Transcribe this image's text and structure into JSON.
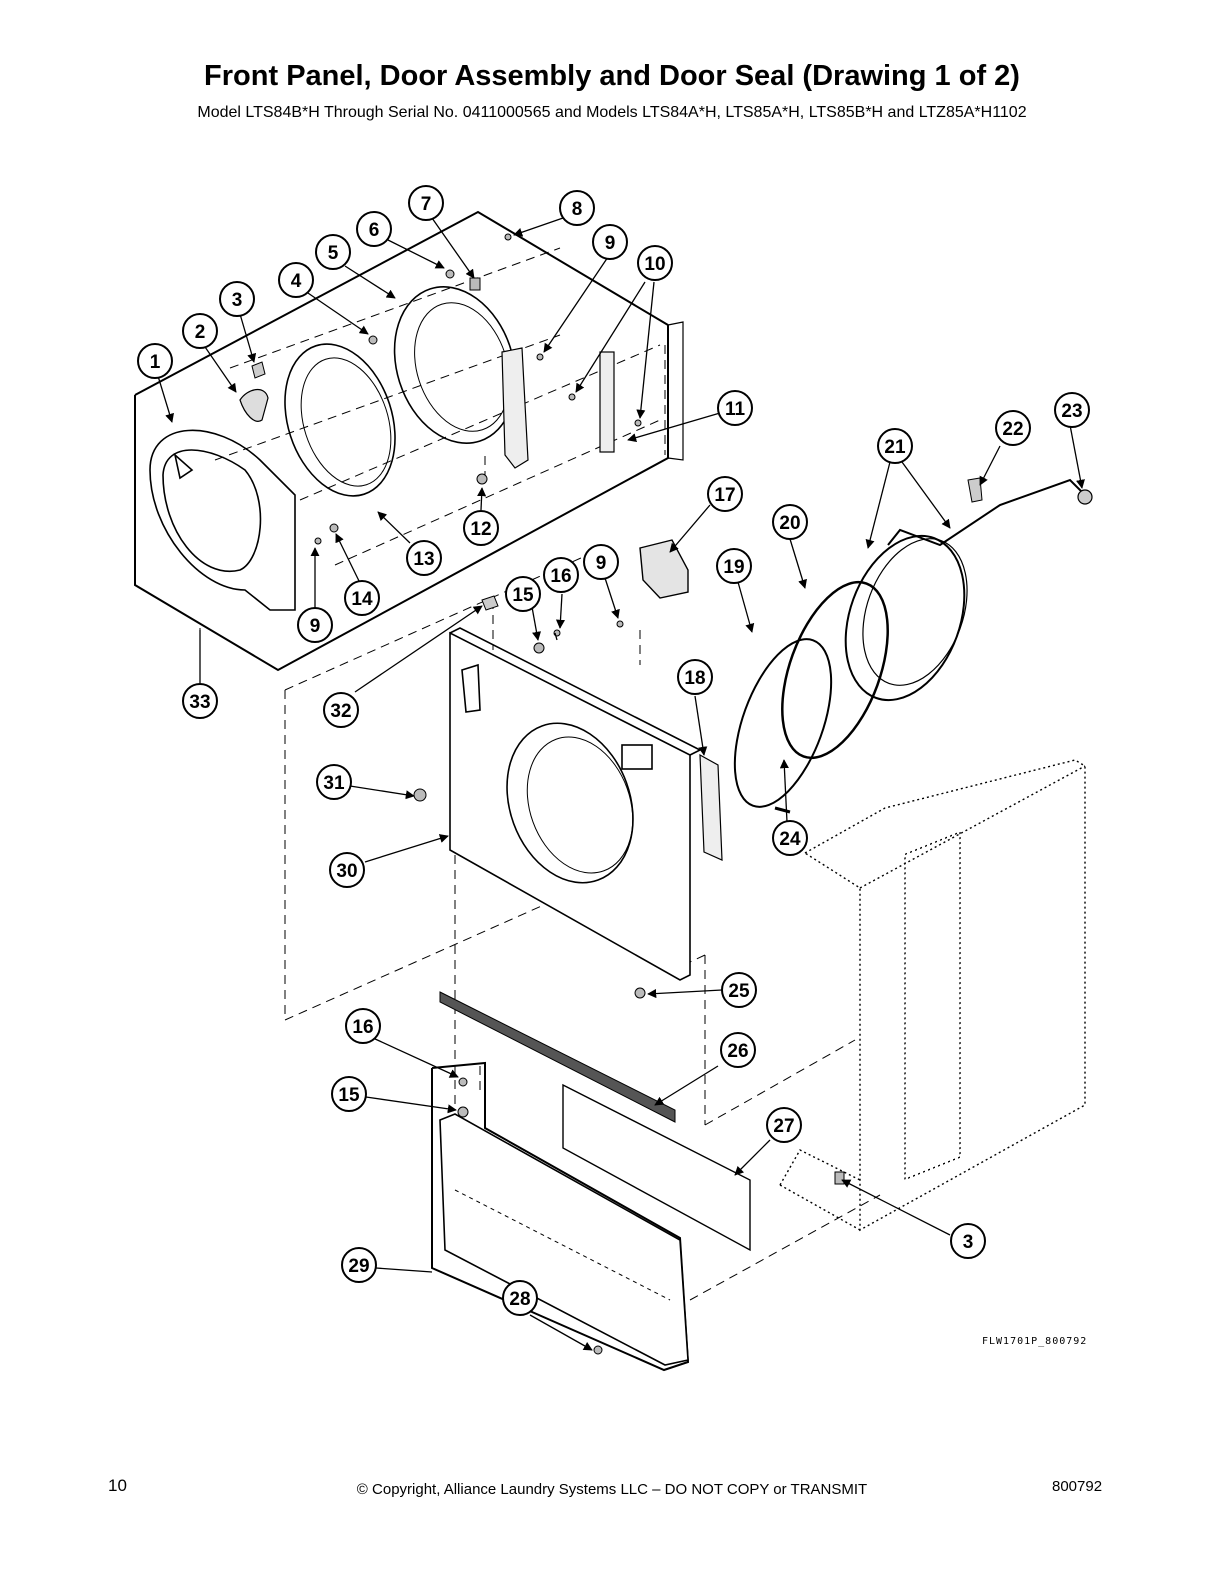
{
  "title": "Front Panel, Door Assembly and Door Seal (Drawing 1 of 2)",
  "subtitle": "Model LTS84B*H Through Serial No. 0411000565 and Models LTS84A*H, LTS85A*H, LTS85B*H and LTZ85A*H1102",
  "figure_code": "FLW1701P_800792",
  "footer": {
    "page_number": "10",
    "copyright": "© Copyright, Alliance Laundry Systems LLC – DO NOT COPY or TRANSMIT",
    "document_number": "800792"
  },
  "callouts": [
    {
      "id": "c1",
      "label": "1"
    },
    {
      "id": "c2",
      "label": "2"
    },
    {
      "id": "c3a",
      "label": "3"
    },
    {
      "id": "c4",
      "label": "4"
    },
    {
      "id": "c5",
      "label": "5"
    },
    {
      "id": "c6",
      "label": "6"
    },
    {
      "id": "c7",
      "label": "7"
    },
    {
      "id": "c8",
      "label": "8"
    },
    {
      "id": "c9a",
      "label": "9"
    },
    {
      "id": "c10",
      "label": "10"
    },
    {
      "id": "c11",
      "label": "11"
    },
    {
      "id": "c12",
      "label": "12"
    },
    {
      "id": "c13",
      "label": "13"
    },
    {
      "id": "c14",
      "label": "14"
    },
    {
      "id": "c9b",
      "label": "9"
    },
    {
      "id": "c33",
      "label": "33"
    },
    {
      "id": "c15a",
      "label": "15"
    },
    {
      "id": "c16a",
      "label": "16"
    },
    {
      "id": "c9c",
      "label": "9"
    },
    {
      "id": "c17",
      "label": "17"
    },
    {
      "id": "c32",
      "label": "32"
    },
    {
      "id": "c18",
      "label": "18"
    },
    {
      "id": "c19",
      "label": "19"
    },
    {
      "id": "c20",
      "label": "20"
    },
    {
      "id": "c21",
      "label": "21"
    },
    {
      "id": "c22",
      "label": "22"
    },
    {
      "id": "c23",
      "label": "23"
    },
    {
      "id": "c31",
      "label": "31"
    },
    {
      "id": "c30",
      "label": "30"
    },
    {
      "id": "c24",
      "label": "24"
    },
    {
      "id": "c25",
      "label": "25"
    },
    {
      "id": "c16b",
      "label": "16"
    },
    {
      "id": "c26",
      "label": "26"
    },
    {
      "id": "c15b",
      "label": "15"
    },
    {
      "id": "c27",
      "label": "27"
    },
    {
      "id": "c3b",
      "label": "3"
    },
    {
      "id": "c29",
      "label": "29"
    },
    {
      "id": "c28",
      "label": "28"
    }
  ]
}
